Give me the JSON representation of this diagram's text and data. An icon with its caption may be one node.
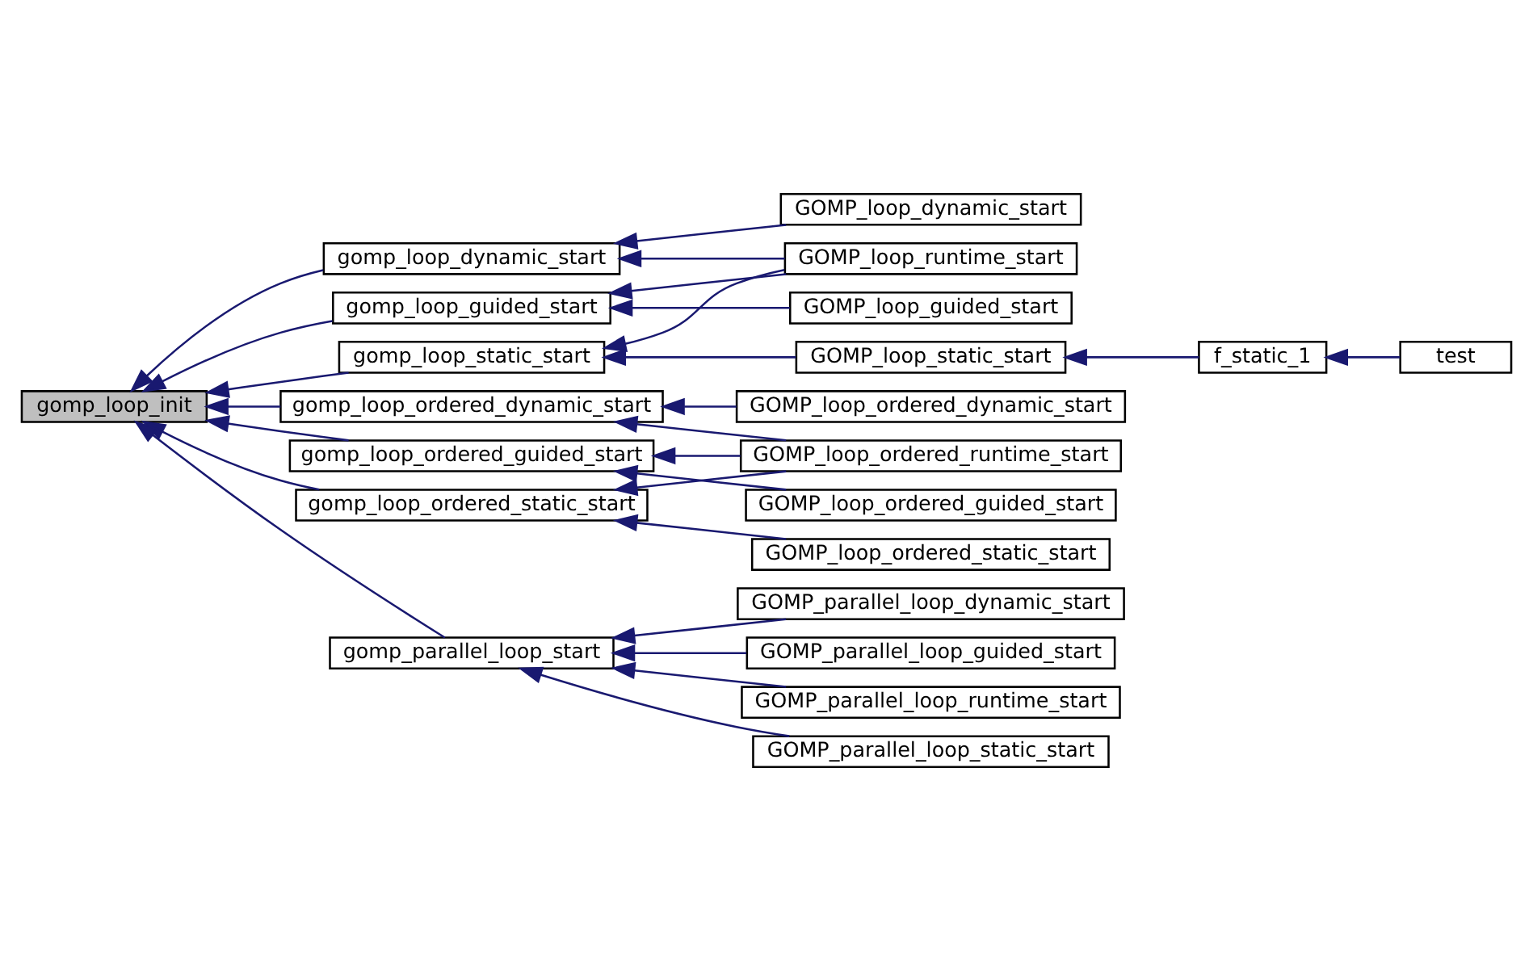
{
  "diagram": {
    "nodes": [
      {
        "text": [
          "gomp_loop_init"
        ]
      },
      {
        "text": [
          "gomp_loop_dynamic_start"
        ]
      },
      {
        "text": [
          "gomp_loop_guided_start"
        ]
      },
      {
        "text": [
          "gomp_loop_static_start"
        ]
      },
      {
        "text": [
          "gomp_loop_ordered_dynamic_start"
        ]
      },
      {
        "text": [
          "gomp_loop_ordered_guided_start"
        ]
      },
      {
        "text": [
          "gomp_loop_ordered_static_start"
        ]
      },
      {
        "text": [
          "gomp_parallel_loop_start"
        ]
      },
      {
        "text": [
          "GOMP_loop_dynamic_start"
        ]
      },
      {
        "text": [
          "GOMP_loop_runtime_start"
        ]
      },
      {
        "text": [
          "GOMP_loop_guided_start"
        ]
      },
      {
        "text": [
          "GOMP_loop_static_start"
        ]
      },
      {
        "text": [
          "GOMP_loop_ordered_dynamic_start"
        ]
      },
      {
        "text": [
          "GOMP_loop_ordered_runtime_start"
        ]
      },
      {
        "text": [
          "GOMP_loop_ordered_guided_start"
        ]
      },
      {
        "text": [
          "GOMP_loop_ordered_static_start"
        ]
      },
      {
        "text": [
          "GOMP_parallel_loop_dynamic_start"
        ]
      },
      {
        "text": [
          "GOMP_parallel_loop_guided_start"
        ]
      },
      {
        "text": [
          "GOMP_parallel_loop_runtime_start"
        ]
      },
      {
        "text": [
          "GOMP_parallel_loop_static_start"
        ]
      },
      {
        "text": [
          "f_static_1"
        ]
      },
      {
        "text": [
          "test"
        ]
      }
    ],
    "edges": [
      {
        "from": 1,
        "to": 0,
        "arrow": "to"
      },
      {
        "from": 2,
        "to": 0,
        "arrow": "to"
      },
      {
        "from": 3,
        "to": 0,
        "arrow": "to"
      },
      {
        "from": 4,
        "to": 0,
        "arrow": "to"
      },
      {
        "from": 5,
        "to": 0,
        "arrow": "to"
      },
      {
        "from": 6,
        "to": 0,
        "arrow": "to"
      },
      {
        "from": 7,
        "to": 0,
        "arrow": "to"
      },
      {
        "from": 8,
        "to": 1,
        "arrow": "to"
      },
      {
        "from": 9,
        "to": 1,
        "arrow": "to"
      },
      {
        "from": 9,
        "to": 2,
        "arrow": "to"
      },
      {
        "from": 10,
        "to": 2,
        "arrow": "to"
      },
      {
        "from": 9,
        "to": 3,
        "arrow": "to"
      },
      {
        "from": 11,
        "to": 3,
        "arrow": "to"
      },
      {
        "from": 20,
        "to": 11,
        "arrow": "to"
      },
      {
        "from": 21,
        "to": 20,
        "arrow": "to"
      },
      {
        "from": 12,
        "to": 4,
        "arrow": "to"
      },
      {
        "from": 13,
        "to": 4,
        "arrow": "to"
      },
      {
        "from": 13,
        "to": 5,
        "arrow": "to"
      },
      {
        "from": 14,
        "to": 5,
        "arrow": "to"
      },
      {
        "from": 13,
        "to": 6,
        "arrow": "to"
      },
      {
        "from": 15,
        "to": 6,
        "arrow": "to"
      },
      {
        "from": 16,
        "to": 7,
        "arrow": "to"
      },
      {
        "from": 17,
        "to": 7,
        "arrow": "to"
      },
      {
        "from": 18,
        "to": 7,
        "arrow": "to"
      },
      {
        "from": 19,
        "to": 7,
        "arrow": "to"
      }
    ]
  }
}
